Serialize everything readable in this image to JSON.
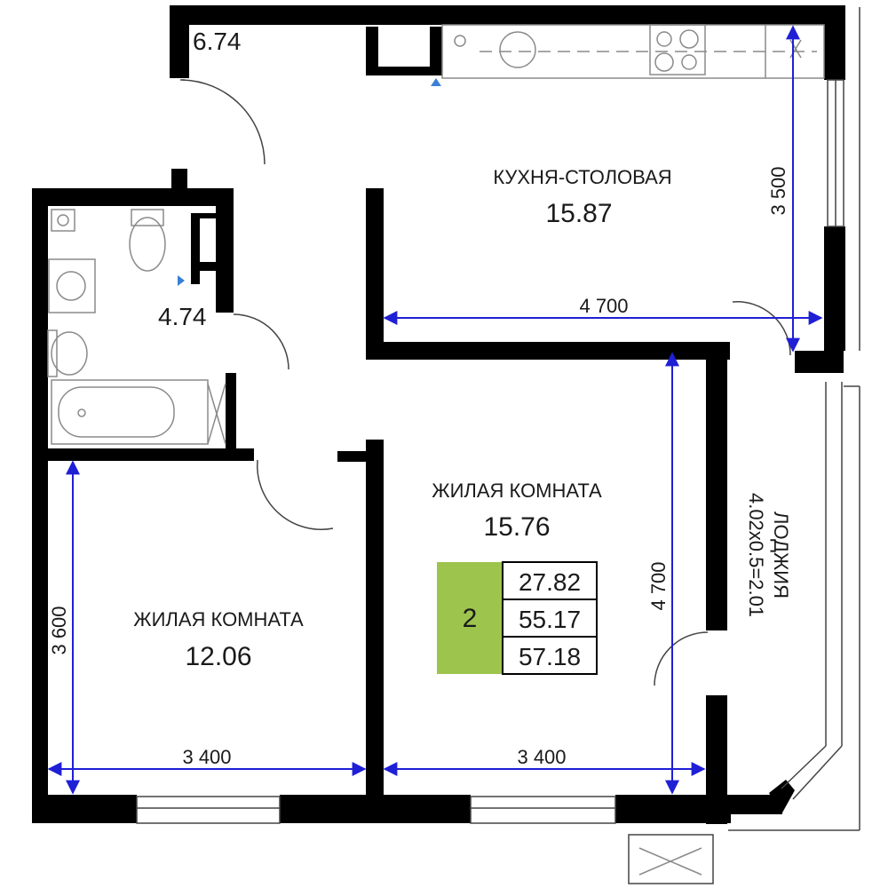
{
  "rooms": {
    "hall_area": "6.74",
    "bath_area": "4.74",
    "kitchen": {
      "name": "КУХНЯ-СТОЛОВАЯ",
      "area": "15.87"
    },
    "living_big": {
      "name": "ЖИЛАЯ КОМНАТА",
      "area": "15.76"
    },
    "living_small": {
      "name": "ЖИЛАЯ КОМНАТА",
      "area": "12.06"
    },
    "loggia": {
      "name": "ЛОДЖИЯ",
      "size": "4.02x0.5=2.01"
    }
  },
  "dimensions": {
    "kitchen_width": "4 700",
    "kitchen_depth": "3 500",
    "living_big_depth": "4 700",
    "living_small_depth": "3 600",
    "living_small_width": "3 400",
    "living_big_width": "3 400"
  },
  "badge": {
    "rooms_count": "2",
    "living_area": "27.82",
    "total_area": "55.17",
    "total_with_loggia": "57.18",
    "color": "#9dc44d"
  },
  "colors": {
    "wall": "#000000",
    "dimension_line": "#1f1fd6",
    "fixture_line": "#8a8a8a"
  }
}
